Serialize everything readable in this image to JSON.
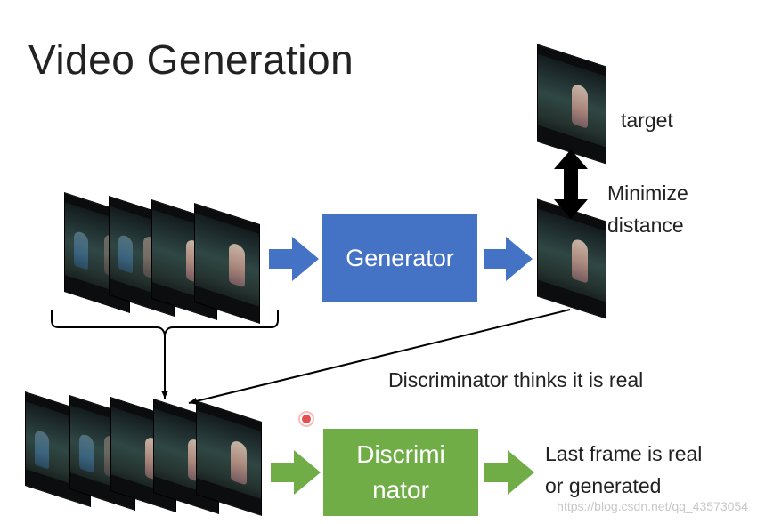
{
  "title": "Video Generation",
  "labels": {
    "target": "target",
    "minimize_line1": "Minimize",
    "minimize_line2": "distance",
    "disc_thinks": "Discriminator thinks it is real",
    "last_frame_line1": "Last frame is real",
    "last_frame_line2": "or generated"
  },
  "boxes": {
    "generator": "Generator",
    "discriminator_line1": "Discrimi",
    "discriminator_line2": "nator"
  },
  "colors": {
    "generator": "#4472c4",
    "discriminator": "#70ad47",
    "arrow_dark": "#000000",
    "marker": "#e03030"
  },
  "watermark": "https://blog.csdn.net/qq_43573054"
}
